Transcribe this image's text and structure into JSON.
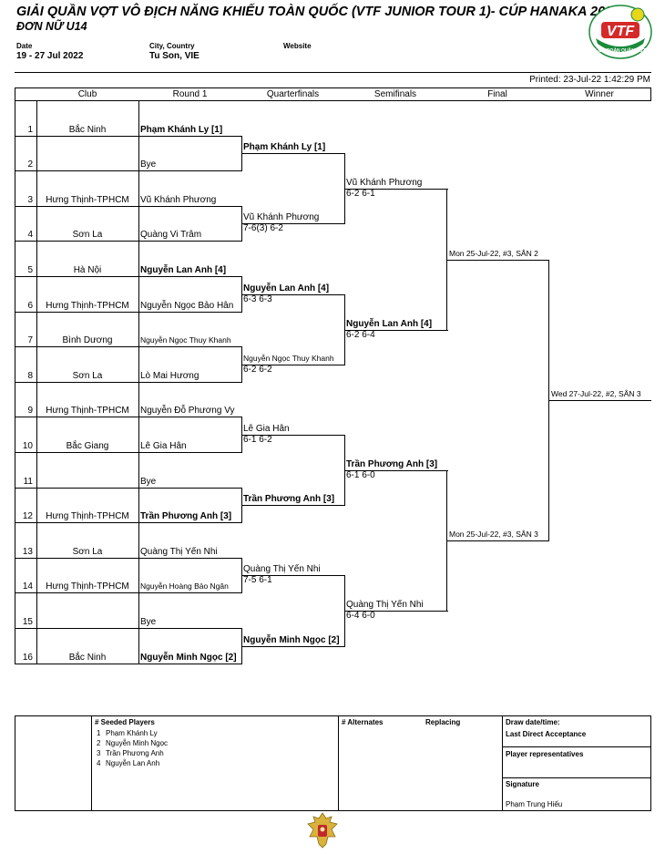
{
  "header": {
    "title": "GIẢI QUẦN VỢT VÔ ĐỊCH NĂNG KHIẾU TOÀN QUỐC (VTF JUNIOR TOUR 1)- CÚP HANAKA 2022",
    "subtitle": "ĐƠN NỮ U14",
    "date_label": "Date",
    "date_value": "19 - 27 Jul 2022",
    "city_label": "City, Country",
    "city_value": "Tu Son, VIE",
    "website_label": "Website",
    "printed": "Printed: 23-Jul-22 1:42:29 PM",
    "logo_text": "VTF",
    "logo_caption": "LIÊN ĐOÀN QUẦN VỢT"
  },
  "columns": [
    "Club",
    "Round 1",
    "Quarterfinals",
    "Semifinals",
    "Final",
    "Winner"
  ],
  "entries": [
    {
      "num": "1",
      "club": "Bắc Ninh",
      "name": "Phạm Khánh Ly [1]"
    },
    {
      "num": "2",
      "club": "",
      "name": "Bye"
    },
    {
      "num": "3",
      "club": "Hưng Thịnh-TPHCM",
      "name": "Vũ Khánh Phương"
    },
    {
      "num": "4",
      "club": "Sơn La",
      "name": "Quàng Vi Trâm"
    },
    {
      "num": "5",
      "club": "Hà Nội",
      "name": "Nguyễn Lan Anh [4]"
    },
    {
      "num": "6",
      "club": "Hưng Thịnh-TPHCM",
      "name": "Nguyễn Ngọc Bảo Hân"
    },
    {
      "num": "7",
      "club": "Bình Dương",
      "name": "Nguyễn Ngọc Thuy Khanh"
    },
    {
      "num": "8",
      "club": "Sơn La",
      "name": "Lò Mai Hương"
    },
    {
      "num": "9",
      "club": "Hưng Thịnh-TPHCM",
      "name": "Nguyễn Đỗ Phương Vy"
    },
    {
      "num": "10",
      "club": "Bắc Giang",
      "name": "Lê Gia Hân"
    },
    {
      "num": "11",
      "club": "",
      "name": "Bye"
    },
    {
      "num": "12",
      "club": "Hưng Thịnh-TPHCM",
      "name": "Trần Phương Anh [3]"
    },
    {
      "num": "13",
      "club": "Sơn La",
      "name": "Quàng Thị Yến Nhi"
    },
    {
      "num": "14",
      "club": "Hưng Thịnh-TPHCM",
      "name": "Nguyễn Hoàng Bảo Ngân"
    },
    {
      "num": "15",
      "club": "",
      "name": "Bye"
    },
    {
      "num": "16",
      "club": "Bắc Ninh",
      "name": "Nguyễn Minh Ngọc [2]"
    }
  ],
  "quarterfinals": [
    {
      "name": "Phạm Khánh Ly [1]",
      "score": ""
    },
    {
      "name": "Vũ Khánh Phương",
      "score": "7-6(3) 6-2"
    },
    {
      "name": "Nguyễn Lan Anh [4]",
      "score": "6-3 6-3"
    },
    {
      "name": "Nguyễn Ngọc Thuy Khanh",
      "score": "6-2 6-2"
    },
    {
      "name": "Lê Gia Hân",
      "score": "6-1 6-2"
    },
    {
      "name": "Trần Phương Anh [3]",
      "score": ""
    },
    {
      "name": "Quàng Thị Yến Nhi",
      "score": "7-5 6-1"
    },
    {
      "name": "Nguyễn Minh Ngọc [2]",
      "score": ""
    }
  ],
  "semifinals": [
    {
      "name": "Vũ Khánh Phương",
      "score": "6-2 6-1"
    },
    {
      "name": "Nguyễn Lan Anh [4]",
      "score": "6-2 6-4"
    },
    {
      "name": "Trần Phương Anh [3]",
      "score": "6-1 6-0"
    },
    {
      "name": "Quàng Thị Yến Nhi",
      "score": "6-4 6-0"
    }
  ],
  "finals": [
    {
      "schedule": "Mon 25-Jul-22, #3, SÂN 2"
    },
    {
      "schedule": "Mon 25-Jul-22, #3, SÂN 3"
    }
  ],
  "winner": {
    "schedule": "Wed 27-Jul-22, #2, SÂN 3"
  },
  "footer": {
    "seeded_title": "# Seeded Players",
    "seeded": [
      {
        "num": "1",
        "name": "Phạm Khánh Ly"
      },
      {
        "num": "2",
        "name": "Nguyễn Minh Ngọc"
      },
      {
        "num": "3",
        "name": "Trần Phương Anh"
      },
      {
        "num": "4",
        "name": "Nguyễn Lan Anh"
      }
    ],
    "alternates_title": "# Alternates",
    "replacing_title": "Replacing",
    "draw_date_label": "Draw date/time:",
    "last_direct_label": "Last Direct Acceptance",
    "player_reps_label": "Player representatives",
    "signature_label": "Signature",
    "signature_name": "Phạm Trung Hiếu"
  }
}
